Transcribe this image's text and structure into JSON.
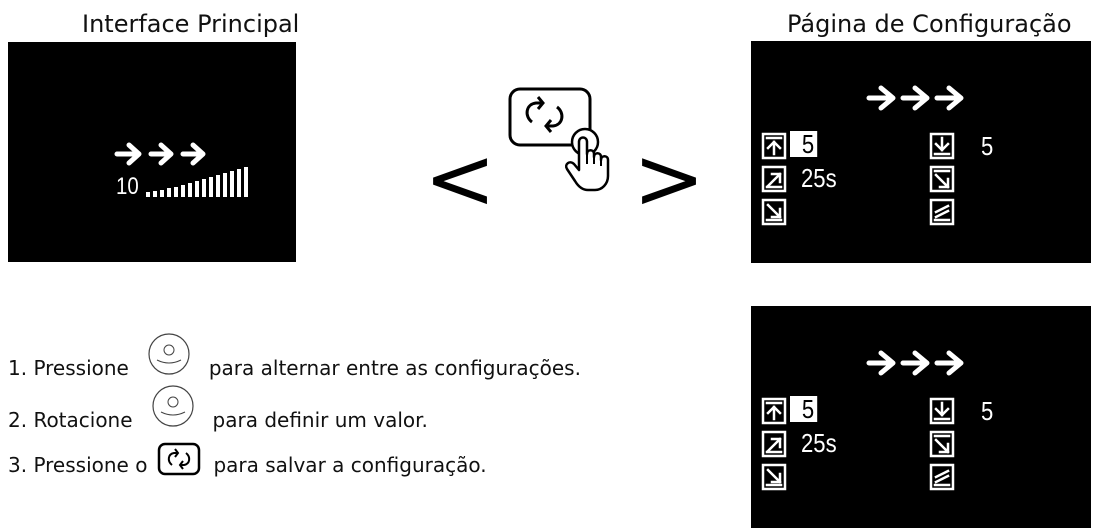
{
  "titles": {
    "main": "Interface Principal",
    "config": "Página de Configuração"
  },
  "main_screen": {
    "arrows_icon": "triple-right-arrow-icon",
    "level_number": "10",
    "level_bars_icon": "signal-level-bars-icon"
  },
  "navigation": {
    "left_arrow": "<",
    "right_arrow": ">",
    "button_icon": "refresh-button-with-pointing-hand-icon"
  },
  "config_screen": {
    "arrows_icon": "triple-right-arrow-icon",
    "left": [
      {
        "icon": "arrow-up-bar-icon",
        "value": "5",
        "highlighted": true
      },
      {
        "icon": "arrow-up-right-icon",
        "value": "25s",
        "highlighted": false
      },
      {
        "icon": "arrow-down-right-icon",
        "value": "",
        "highlighted": false
      }
    ],
    "right": [
      {
        "icon": "arrow-down-bar-icon",
        "value": "5"
      },
      {
        "icon": "bar-arrow-down-right-icon",
        "value": ""
      },
      {
        "icon": "arrow-bar-up-right-icon",
        "value": ""
      }
    ]
  },
  "instructions": [
    {
      "before": "1. Pressione",
      "icon": "knob-icon",
      "after": "para alternar entre as configurações."
    },
    {
      "before": "2. Rotacione",
      "icon": "knob-icon",
      "after": "para definir um valor."
    },
    {
      "before": "3. Pressione o",
      "icon": "refresh-button-icon",
      "after": "para salvar a configuração."
    }
  ],
  "colors": {
    "screen_bg": "#000000",
    "screen_fg": "#ffffff",
    "text": "#111111"
  }
}
